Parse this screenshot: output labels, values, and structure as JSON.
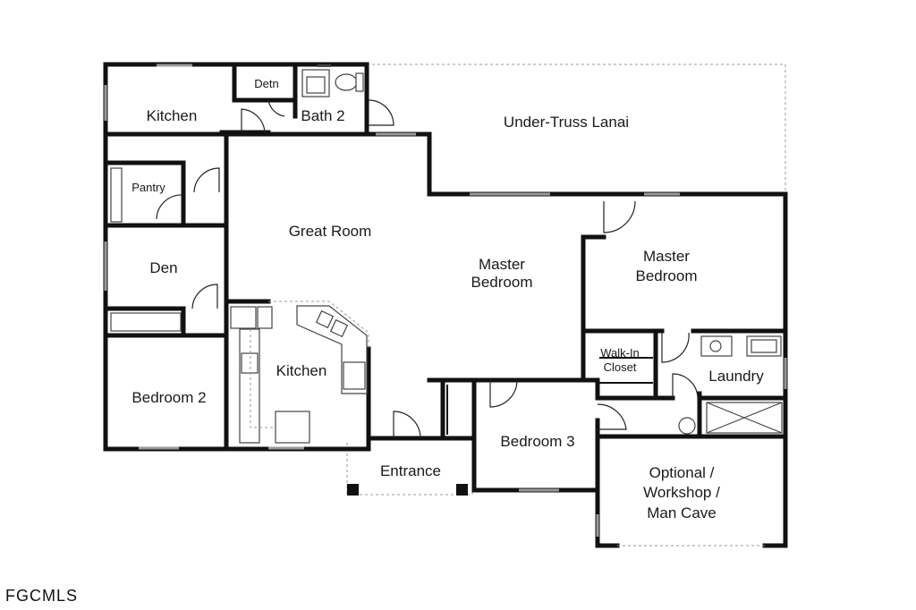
{
  "rooms": {
    "kitchen_top": "Kitchen",
    "detn": "Detn",
    "bath2": "Bath 2",
    "lanai": "Under-Truss Lanai",
    "pantry": "Pantry",
    "great_room": "Great Room",
    "den": "Den",
    "master_bedroom_center_line1": "Master",
    "master_bedroom_center_line2": "Bedroom",
    "master_bedroom_right_line1": "Master",
    "master_bedroom_right_line2": "Bedroom",
    "walk_in_line1": "Walk-In",
    "walk_in_line2": "Closet",
    "laundry": "Laundry",
    "kitchen_main": "Kitchen",
    "bedroom2": "Bedroom 2",
    "bedroom3": "Bedroom 3",
    "entrance": "Entrance",
    "optional_line1": "Optional /",
    "optional_line2": "Workshop /",
    "optional_line3": "Man Cave"
  },
  "watermark": "FGCMLS"
}
